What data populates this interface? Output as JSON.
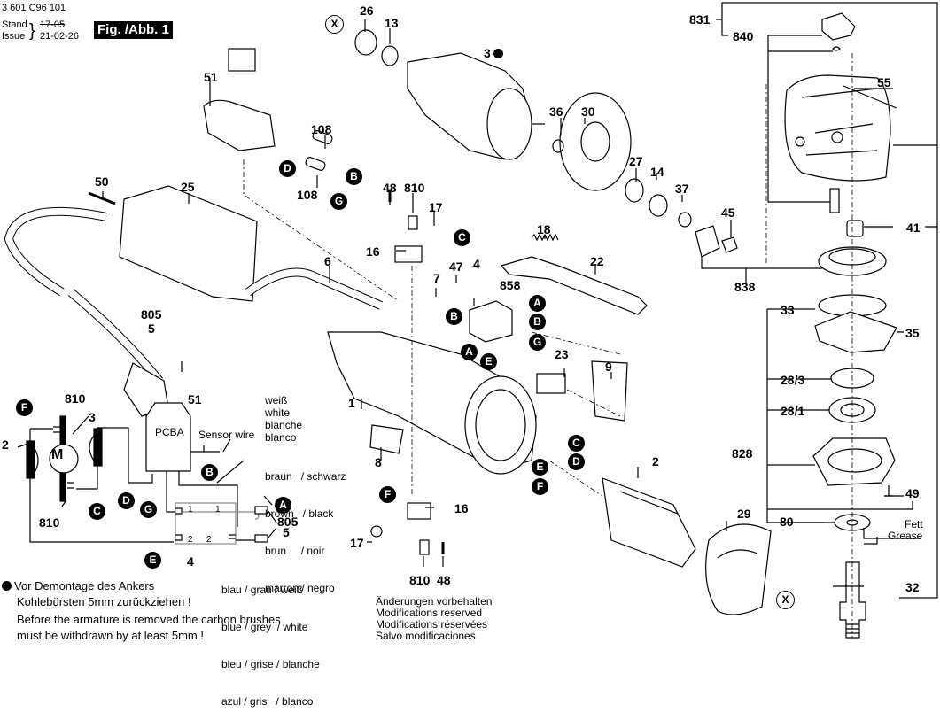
{
  "header": {
    "part_number": "3 601 C96 101",
    "stand_label": "Stand",
    "issue_label": "Issue",
    "stand_date_struck": "17-05",
    "issue_date": "21-02-26",
    "figure_label": "Fig. /Abb. 1"
  },
  "callouts": {
    "c26": "26",
    "c13": "13",
    "c3": "3",
    "c36": "36",
    "c30": "30",
    "c27": "27",
    "c14": "14",
    "c37": "37",
    "c45": "45",
    "c838": "838",
    "c831": "831",
    "c840": "840",
    "c55": "55",
    "c41": "41",
    "c51": "51",
    "c108a": "108",
    "c108b": "108",
    "c50": "50",
    "c25": "25",
    "c6": "6",
    "c805": "805",
    "c5": "5",
    "c48a": "48",
    "c810a": "810",
    "c17a": "17",
    "c16a": "16",
    "c47": "47",
    "c7": "7",
    "c4": "4",
    "c858": "858",
    "c18": "18",
    "c22": "22",
    "c23": "23",
    "c9": "9",
    "c1": "1",
    "c8": "8",
    "c2": "2",
    "c16b": "16",
    "c17b": "17",
    "c810b": "810",
    "c48b": "48",
    "c29": "29",
    "c33": "33",
    "c35": "35",
    "c28_3": "28/3",
    "c28_1": "28/1",
    "c828": "828",
    "c49": "49",
    "c80": "80",
    "c32": "32"
  },
  "connector_badges": {
    "D_top": "D",
    "B_top": "B",
    "G_top": "G",
    "C_mid": "C",
    "A_sw1": "A",
    "B_sw": "B",
    "G_sw": "G",
    "E_sw": "E",
    "B_wire": "B",
    "A_wire": "A",
    "C_st": "C",
    "D_st": "D",
    "E_st": "E",
    "F_st": "F",
    "F_brush": "F"
  },
  "x_markers": {
    "x_top": "X",
    "x_bottom": "X"
  },
  "grease": {
    "de": "Fett",
    "en": "Grease"
  },
  "schematic": {
    "motor_label": "M",
    "pcba_label": "PCBA",
    "sensor_wire": "Sensor wire",
    "n810_top": "810",
    "n3": "3",
    "n2": "2",
    "n810_bot": "810",
    "n51": "51",
    "n4": "4",
    "n805": "805",
    "n5": "5",
    "badges": {
      "F": "F",
      "C": "C",
      "D": "D",
      "G": "G",
      "B": "B",
      "A": "A",
      "E": "E"
    },
    "switch_pins": {
      "p1a": "1",
      "p1b": "1",
      "p2a": "2",
      "p2b": "2"
    },
    "colors_white": [
      "weiß",
      "white",
      "blanche",
      "blanco"
    ],
    "colors_brown_black": [
      "braun   / schwarz",
      "brown   / black",
      "brun     / noir",
      "marron / negro"
    ],
    "colors_blue_grey_white": [
      "blau / grau / weiß",
      "blue / grey  / white",
      "bleu / grise / blanche",
      "azul / gris   / blanco"
    ]
  },
  "notes": {
    "de_line1": "Vor Demontage des Ankers",
    "de_line2": "Kohlebürsten 5mm zurückziehen !",
    "en_line1": "Before the armature is removed the carbon brushes",
    "en_line2": "must be withdrawn by at least 5mm !",
    "modifications": [
      "Änderungen vorbehalten",
      "Modifications reserved",
      "Modifications réservées",
      "Salvo modificaciones"
    ]
  }
}
